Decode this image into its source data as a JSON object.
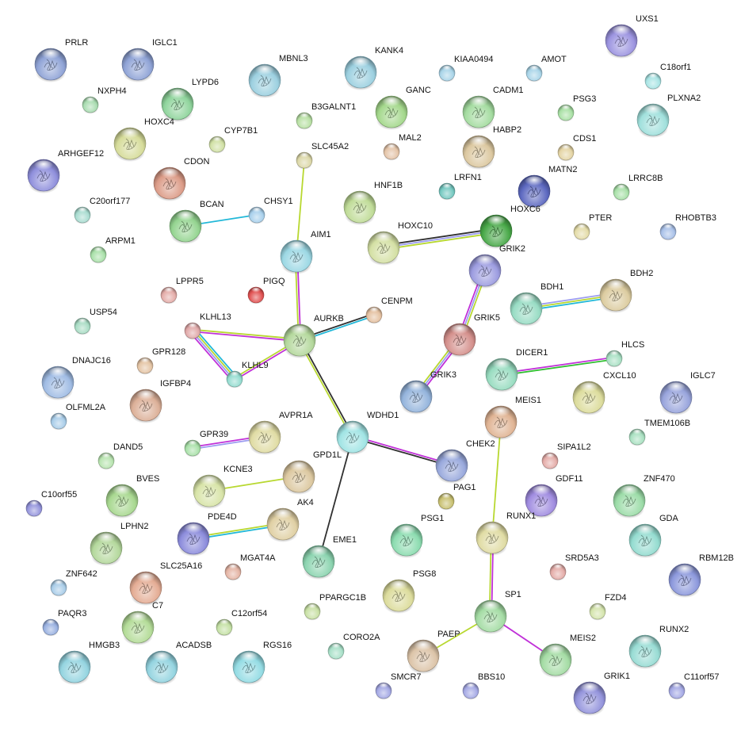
{
  "network": {
    "nodes": [
      {
        "id": "PRLR",
        "label": "PRLR",
        "color": "#8fa3d6",
        "big": true
      },
      {
        "id": "IGLC1",
        "label": "IGLC1",
        "color": "#8fa3d6",
        "big": true
      },
      {
        "id": "NXPH4",
        "label": "NXPH4",
        "color": "#a8dcb0",
        "big": false
      },
      {
        "id": "LYPD6",
        "label": "LYPD6",
        "color": "#8fd49c",
        "big": true
      },
      {
        "id": "HOXC4",
        "label": "HOXC4",
        "color": "#d6dc9a",
        "big": true
      },
      {
        "id": "CYP7B1",
        "label": "CYP7B1",
        "color": "#d0e0a4",
        "big": false
      },
      {
        "id": "ARHGEF12",
        "label": "ARHGEF12",
        "color": "#8f8fdc",
        "big": true
      },
      {
        "id": "CDON",
        "label": "CDON",
        "color": "#dc9c88",
        "big": true
      },
      {
        "id": "MBNL3",
        "label": "MBNL3",
        "color": "#9cd0e0",
        "big": true
      },
      {
        "id": "KANK4",
        "label": "KANK4",
        "color": "#9cd0e0",
        "big": true
      },
      {
        "id": "KIAA0494",
        "label": "KIAA0494",
        "color": "#a8d4e8",
        "big": false
      },
      {
        "id": "GANC",
        "label": "GANC",
        "color": "#a4d88c",
        "big": true
      },
      {
        "id": "CADM1",
        "label": "CADM1",
        "color": "#a4dca0",
        "big": true
      },
      {
        "id": "B3GALNT1",
        "label": "B3GALNT1",
        "color": "#b8e0a4",
        "big": false
      },
      {
        "id": "MAL2",
        "label": "MAL2",
        "color": "#e4c4a8",
        "big": false
      },
      {
        "id": "HABP2",
        "label": "HABP2",
        "color": "#dcc8a0",
        "big": true
      },
      {
        "id": "SLC45A2",
        "label": "SLC45A2",
        "color": "#dcd8a8",
        "big": false
      },
      {
        "id": "LRFN1",
        "label": "LRFN1",
        "color": "#74c8c0",
        "big": false
      },
      {
        "id": "HNF1B",
        "label": "HNF1B",
        "color": "#c0dc98",
        "big": true
      },
      {
        "id": "UXS1",
        "label": "UXS1",
        "color": "#9c94e0",
        "big": true
      },
      {
        "id": "AMOT",
        "label": "AMOT",
        "color": "#a8d4e8",
        "big": false
      },
      {
        "id": "C18orf1",
        "label": "C18orf1",
        "color": "#a8e4e4",
        "big": false
      },
      {
        "id": "PSG3",
        "label": "PSG3",
        "color": "#a8e0a4",
        "big": false
      },
      {
        "id": "PLXNA2",
        "label": "PLXNA2",
        "color": "#a0e0dc",
        "big": true
      },
      {
        "id": "CDS1",
        "label": "CDS1",
        "color": "#e4d4a4",
        "big": false
      },
      {
        "id": "MATN2",
        "label": "MATN2",
        "color": "#5c68c0",
        "big": true
      },
      {
        "id": "LRRC8B",
        "label": "LRRC8B",
        "color": "#a8e0a8",
        "big": false
      },
      {
        "id": "HOXC6",
        "label": "HOXC6",
        "color": "#48a848",
        "big": true
      },
      {
        "id": "PTER",
        "label": "PTER",
        "color": "#e4dca8",
        "big": false
      },
      {
        "id": "RHOBTB3",
        "label": "RHOBTB3",
        "color": "#a8c0e8",
        "big": false
      },
      {
        "id": "C20orf177",
        "label": "C20orf177",
        "color": "#a8dcd0",
        "big": false
      },
      {
        "id": "BCAN",
        "label": "BCAN",
        "color": "#94d490",
        "big": true
      },
      {
        "id": "CHSY1",
        "label": "CHSY1",
        "color": "#a8d0ec",
        "big": false
      },
      {
        "id": "ARPM1",
        "label": "ARPM1",
        "color": "#a8e0a8",
        "big": false
      },
      {
        "id": "AIM1",
        "label": "AIM1",
        "color": "#9cd8e4",
        "big": true
      },
      {
        "id": "HOXC10",
        "label": "HOXC10",
        "color": "#d4e0a4",
        "big": true
      },
      {
        "id": "GRIK2",
        "label": "GRIK2",
        "color": "#9c9ce0",
        "big": true
      },
      {
        "id": "LPPR5",
        "label": "LPPR5",
        "color": "#e4aca8",
        "big": false
      },
      {
        "id": "PIGQ",
        "label": "PIGQ",
        "color": "#e05050",
        "big": false
      },
      {
        "id": "BDH1",
        "label": "BDH1",
        "color": "#98dcc4",
        "big": true
      },
      {
        "id": "BDH2",
        "label": "BDH2",
        "color": "#dccca0",
        "big": true
      },
      {
        "id": "USP54",
        "label": "USP54",
        "color": "#a8dcc4",
        "big": false
      },
      {
        "id": "KLHL13",
        "label": "KLHL13",
        "color": "#e0a8a8",
        "big": false
      },
      {
        "id": "AURKB",
        "label": "AURKB",
        "color": "#b4d89c",
        "big": true
      },
      {
        "id": "CENPM",
        "label": "CENPM",
        "color": "#e4c0a0",
        "big": false
      },
      {
        "id": "GRIK5",
        "label": "GRIK5",
        "color": "#d4908c",
        "big": true
      },
      {
        "id": "GPR128",
        "label": "GPR128",
        "color": "#e4c4a4",
        "big": false
      },
      {
        "id": "KLHL9",
        "label": "KLHL9",
        "color": "#94dcd0",
        "big": false
      },
      {
        "id": "DNAJC16",
        "label": "DNAJC16",
        "color": "#a0bce4",
        "big": true
      },
      {
        "id": "DICER1",
        "label": "DICER1",
        "color": "#98dcc0",
        "big": true
      },
      {
        "id": "HLCS",
        "label": "HLCS",
        "color": "#a8e0c4",
        "big": false
      },
      {
        "id": "IGFBP4",
        "label": "IGFBP4",
        "color": "#dcb098",
        "big": true
      },
      {
        "id": "GRIK3",
        "label": "GRIK3",
        "color": "#94b4dc",
        "big": true
      },
      {
        "id": "CXCL10",
        "label": "CXCL10",
        "color": "#dcdc9c",
        "big": true
      },
      {
        "id": "IGLC7",
        "label": "IGLC7",
        "color": "#98a4dc",
        "big": true
      },
      {
        "id": "OLFML2A",
        "label": "OLFML2A",
        "color": "#a8cce8",
        "big": false
      },
      {
        "id": "WDHD1",
        "label": "WDHD1",
        "color": "#a0e4e4",
        "big": true
      },
      {
        "id": "MEIS1",
        "label": "MEIS1",
        "color": "#e0b494",
        "big": true
      },
      {
        "id": "TMEM106B",
        "label": "TMEM106B",
        "color": "#a8e0c0",
        "big": false
      },
      {
        "id": "AVPR1A",
        "label": "AVPR1A",
        "color": "#e0dca4",
        "big": true
      },
      {
        "id": "GPR39",
        "label": "GPR39",
        "color": "#a8e0a8",
        "big": false
      },
      {
        "id": "DAND5",
        "label": "DAND5",
        "color": "#b8e4b0",
        "big": false
      },
      {
        "id": "CHEK2",
        "label": "CHEK2",
        "color": "#98a8dc",
        "big": true
      },
      {
        "id": "SIPA1L2",
        "label": "SIPA1L2",
        "color": "#e4aca8",
        "big": false
      },
      {
        "id": "GPD1L",
        "label": "GPD1L",
        "color": "#dcc8a0",
        "big": true
      },
      {
        "id": "KCNE3",
        "label": "KCNE3",
        "color": "#d8e4a8",
        "big": true
      },
      {
        "id": "BVES",
        "label": "BVES",
        "color": "#a8d890",
        "big": true
      },
      {
        "id": "PAG1",
        "label": "PAG1",
        "color": "#c8c070",
        "big": false
      },
      {
        "id": "C10orf55",
        "label": "C10orf55",
        "color": "#9494dc",
        "big": false
      },
      {
        "id": "GDF11",
        "label": "GDF11",
        "color": "#a08ce0",
        "big": true
      },
      {
        "id": "ZNF470",
        "label": "ZNF470",
        "color": "#9cdca8",
        "big": true
      },
      {
        "id": "AK4",
        "label": "AK4",
        "color": "#e0d0a4",
        "big": true
      },
      {
        "id": "PDE4D",
        "label": "PDE4D",
        "color": "#8c8cdc",
        "big": true
      },
      {
        "id": "LPHN2",
        "label": "LPHN2",
        "color": "#b4d89c",
        "big": true
      },
      {
        "id": "PSG1",
        "label": "PSG1",
        "color": "#8cdcb0",
        "big": true
      },
      {
        "id": "RUNX1",
        "label": "RUNX1",
        "color": "#e0dca4",
        "big": true
      },
      {
        "id": "GDA",
        "label": "GDA",
        "color": "#94dcd0",
        "big": true
      },
      {
        "id": "EME1",
        "label": "EME1",
        "color": "#8cd4b0",
        "big": true
      },
      {
        "id": "MGAT4A",
        "label": "MGAT4A",
        "color": "#e4b4a4",
        "big": false
      },
      {
        "id": "SRD5A3",
        "label": "SRD5A3",
        "color": "#e4aca8",
        "big": false
      },
      {
        "id": "RBM12B",
        "label": "RBM12B",
        "color": "#8c98dc",
        "big": true
      },
      {
        "id": "ZNF642",
        "label": "ZNF642",
        "color": "#a8cce8",
        "big": false
      },
      {
        "id": "SLC25A16",
        "label": "SLC25A16",
        "color": "#e4ac94",
        "big": true
      },
      {
        "id": "PSG8",
        "label": "PSG8",
        "color": "#dcdc9c",
        "big": true
      },
      {
        "id": "PPARGC1B",
        "label": "PPARGC1B",
        "color": "#c8e0a4",
        "big": false
      },
      {
        "id": "SP1",
        "label": "SP1",
        "color": "#a4dca4",
        "big": true
      },
      {
        "id": "FZD4",
        "label": "FZD4",
        "color": "#d4e4ac",
        "big": false
      },
      {
        "id": "PAQR3",
        "label": "PAQR3",
        "color": "#98b0e0",
        "big": false
      },
      {
        "id": "C7",
        "label": "C7",
        "color": "#b4dc98",
        "big": true
      },
      {
        "id": "C12orf54",
        "label": "C12orf54",
        "color": "#c4e0a4",
        "big": false
      },
      {
        "id": "CORO2A",
        "label": "CORO2A",
        "color": "#a8e0c8",
        "big": false
      },
      {
        "id": "HMGB3",
        "label": "HMGB3",
        "color": "#94d4e0",
        "big": true
      },
      {
        "id": "ACADSB",
        "label": "ACADSB",
        "color": "#94d4e0",
        "big": true
      },
      {
        "id": "RGS16",
        "label": "RGS16",
        "color": "#94dce4",
        "big": true
      },
      {
        "id": "PAEP",
        "label": "PAEP",
        "color": "#dcc4a8",
        "big": true
      },
      {
        "id": "MEIS2",
        "label": "MEIS2",
        "color": "#a4dca4",
        "big": true
      },
      {
        "id": "RUNX2",
        "label": "RUNX2",
        "color": "#98dcd4",
        "big": true
      },
      {
        "id": "SMCR7",
        "label": "SMCR7",
        "color": "#a4a8e4",
        "big": false
      },
      {
        "id": "BBS10",
        "label": "BBS10",
        "color": "#a4a8e4",
        "big": false
      },
      {
        "id": "GRIK1",
        "label": "GRIK1",
        "color": "#9494dc",
        "big": true
      },
      {
        "id": "C11orf57",
        "label": "C11orf57",
        "color": "#a4a8e4",
        "big": false
      }
    ],
    "edges": [
      {
        "a": "BCAN",
        "b": "CHSY1",
        "colors": [
          "#22b8d8"
        ]
      },
      {
        "a": "SLC45A2",
        "b": "AIM1",
        "colors": [
          "#b8d830"
        ]
      },
      {
        "a": "AIM1",
        "b": "AURKB",
        "colors": [
          "#c030d8",
          "#b8d830"
        ]
      },
      {
        "a": "AURKB",
        "b": "CENPM",
        "colors": [
          "#303030",
          "#22b8d8"
        ]
      },
      {
        "a": "KLHL13",
        "b": "AURKB",
        "colors": [
          "#b8d830",
          "#c030d8"
        ]
      },
      {
        "a": "KLHL13",
        "b": "KLHL9",
        "colors": [
          "#22b8d8",
          "#b8d830",
          "#9c9cf0",
          "#c030d8"
        ]
      },
      {
        "a": "KLHL9",
        "b": "AURKB",
        "colors": [
          "#b8d830",
          "#c030d8"
        ]
      },
      {
        "a": "AURKB",
        "b": "WDHD1",
        "colors": [
          "#303030",
          "#b8d830"
        ]
      },
      {
        "a": "HOXC10",
        "b": "HOXC6",
        "colors": [
          "#303030",
          "#9c9cf0",
          "#b8d830"
        ]
      },
      {
        "a": "GRIK2",
        "b": "GRIK5",
        "colors": [
          "#b8d830",
          "#9c9cf0",
          "#c030d8"
        ]
      },
      {
        "a": "GRIK5",
        "b": "GRIK3",
        "colors": [
          "#c030d8",
          "#9c9cf0",
          "#b8d830"
        ]
      },
      {
        "a": "BDH1",
        "b": "BDH2",
        "colors": [
          "#9c9cf0",
          "#b8d830",
          "#22b8d8"
        ]
      },
      {
        "a": "DICER1",
        "b": "HLCS",
        "colors": [
          "#c030d8",
          "#30c030"
        ]
      },
      {
        "a": "WDHD1",
        "b": "CHEK2",
        "colors": [
          "#c030d8",
          "#303030"
        ]
      },
      {
        "a": "WDHD1",
        "b": "EME1",
        "colors": [
          "#303030"
        ]
      },
      {
        "a": "GPR39",
        "b": "AVPR1A",
        "colors": [
          "#c030d8",
          "#9c9cf0"
        ]
      },
      {
        "a": "KCNE3",
        "b": "GPD1L",
        "colors": [
          "#b8d830"
        ]
      },
      {
        "a": "PDE4D",
        "b": "AK4",
        "colors": [
          "#b8d830",
          "#22b8d8"
        ]
      },
      {
        "a": "MEIS1",
        "b": "RUNX1",
        "colors": [
          "#b8d830"
        ]
      },
      {
        "a": "RUNX1",
        "b": "SP1",
        "colors": [
          "#c030d8",
          "#b8d830"
        ]
      },
      {
        "a": "SP1",
        "b": "PAEP",
        "colors": [
          "#b8d830"
        ]
      },
      {
        "a": "SP1",
        "b": "MEIS2",
        "colors": [
          "#c030d8"
        ]
      }
    ]
  }
}
